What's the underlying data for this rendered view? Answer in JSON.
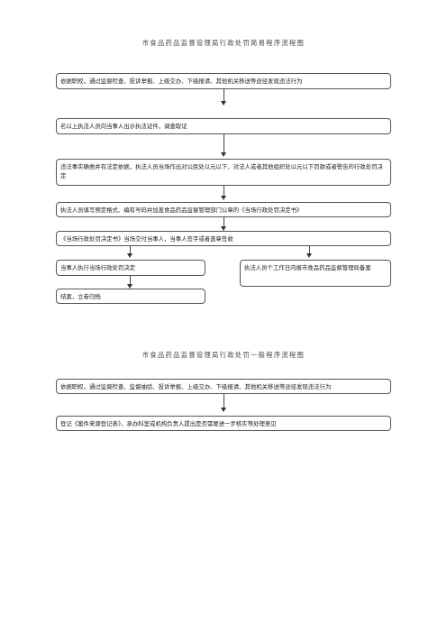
{
  "flow_simple": {
    "title": "市食品药品监督管理局行政处罚简易程序流程图",
    "steps": [
      "依据职权，通过监督检查、投诉举报、上级交办、下级报请、其他机关移送等途径发现违法行为",
      "名以上执法人员向当事人出示执法证件，调查取证",
      "违法事实确凿并有法定依据，执法人员当场作出对公民处以元以下、对法人或者其他组织处以元以下罚款或者警告的行政处罚决定",
      "执法人员填写预定格式、编有号码并加盖食品药品监督管理部门公章的《当场行政处罚决定书》",
      "《当场行政处罚决定书》当场交付当事人，当事人签字或者盖章签收",
      "当事人执行当场行政处罚决定",
      "执法人员个工作日内报市食品药品监督管理局备案",
      "结案，立卷归档"
    ]
  },
  "flow_general": {
    "title": "市食品药品监督管理局行政处罚一般程序流程图",
    "steps": [
      "依据职权，通过监督检查、监督抽验、投诉举报、上级交办、下级报请、其他机关移送等途径发现违法行为",
      "登记《案件来源登记表》，承办科室或机构负责人提出是否需要进一步核实等处理意见"
    ]
  }
}
